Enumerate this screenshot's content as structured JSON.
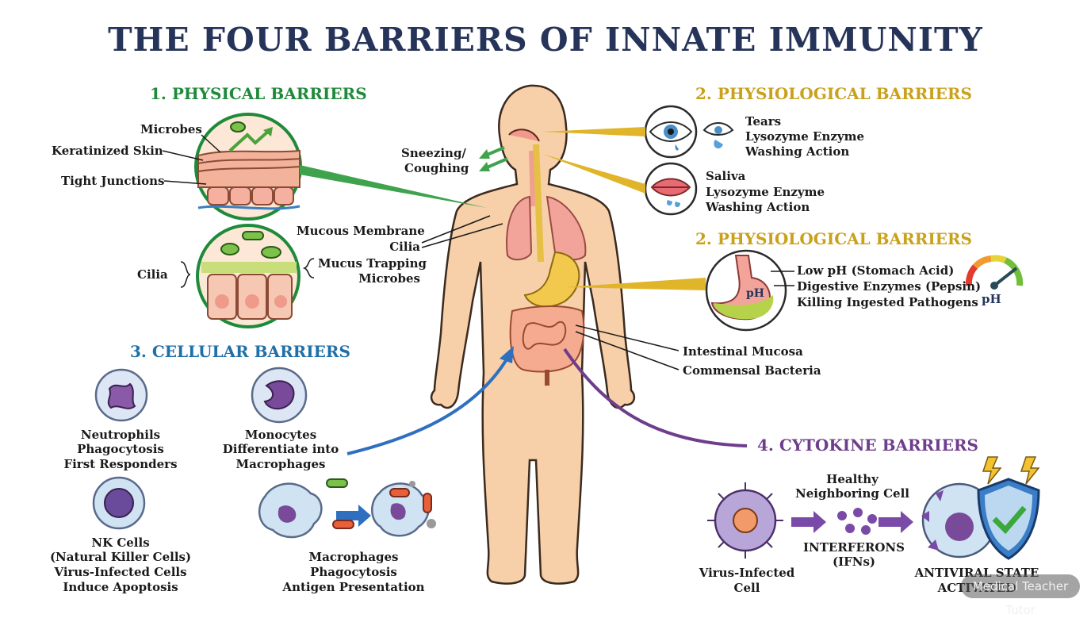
{
  "title": "THE FOUR BARRIERS OF INNATE IMMUNITY",
  "colors": {
    "title": "#26345a",
    "physical": "#1e8a3a",
    "physiological": "#c9a11c",
    "cellular": "#1f6fa8",
    "cytokine": "#6e3d8c",
    "skin": "#f7cfa8"
  },
  "physical": {
    "heading": "1. PHYSICAL BARRIERS",
    "microbes": "Microbes",
    "keratinized_skin": "Keratinized Skin",
    "tight_junctions": "Tight Junctions",
    "cilia": "Cilia",
    "sneezing_1": "Sneezing/",
    "sneezing_2": "Coughing",
    "mucous_membrane": "Mucous Membrane",
    "cilia_right": "Cilia",
    "mucus_1": "Mucus Trapping",
    "mucus_2": "Microbes"
  },
  "physiological_a": {
    "heading": "2. PHYSIOLOGICAL BARRIERS",
    "tears": "Tears",
    "tears_enzyme": "Lysozyme Enzyme",
    "tears_wash": "Washing Action",
    "saliva": "Saliva",
    "saliva_enzyme": "Lysozyme Enzyme",
    "saliva_wash": "Washing Action"
  },
  "physiological_b": {
    "heading": "2. PHYSIOLOGICAL BARRIERS",
    "low_ph": "Low pH (Stomach Acid)",
    "digestive": "Digestive Enzymes (Pepsin)",
    "killing": "Killing Ingested Pathogens",
    "ph_label": "pH",
    "ph_gauge_label": "pH"
  },
  "intestine": {
    "mucosa": "Intestinal Mucosa",
    "bacteria": "Commensal Bacteria"
  },
  "cellular": {
    "heading": "3. CELLULAR BARRIERS",
    "neutrophils": [
      "Neutrophils",
      "Phagocytosis",
      "First Responders"
    ],
    "monocytes": [
      "Monocytes",
      "Differentiate into",
      "Macrophages"
    ],
    "nk": [
      "NK Cells",
      "(Natural Killer Cells)",
      "Virus-Infected Cells",
      "Induce Apoptosis"
    ],
    "macrophages": [
      "Macrophages",
      "Phagocytosis",
      "Antigen Presentation"
    ]
  },
  "cytokine": {
    "heading": "4. CYTOKINE BARRIERS",
    "healthy": [
      "Healthy",
      "Neighboring Cell"
    ],
    "interferons": [
      "INTERFERONS",
      "(IFNs)"
    ],
    "virus_cell": [
      "Virus-Infected",
      "Cell"
    ],
    "antiviral": [
      "ANTIVIRAL STATE",
      "ACTIVATED"
    ]
  },
  "watermark": "Medical Teacher Tutor"
}
